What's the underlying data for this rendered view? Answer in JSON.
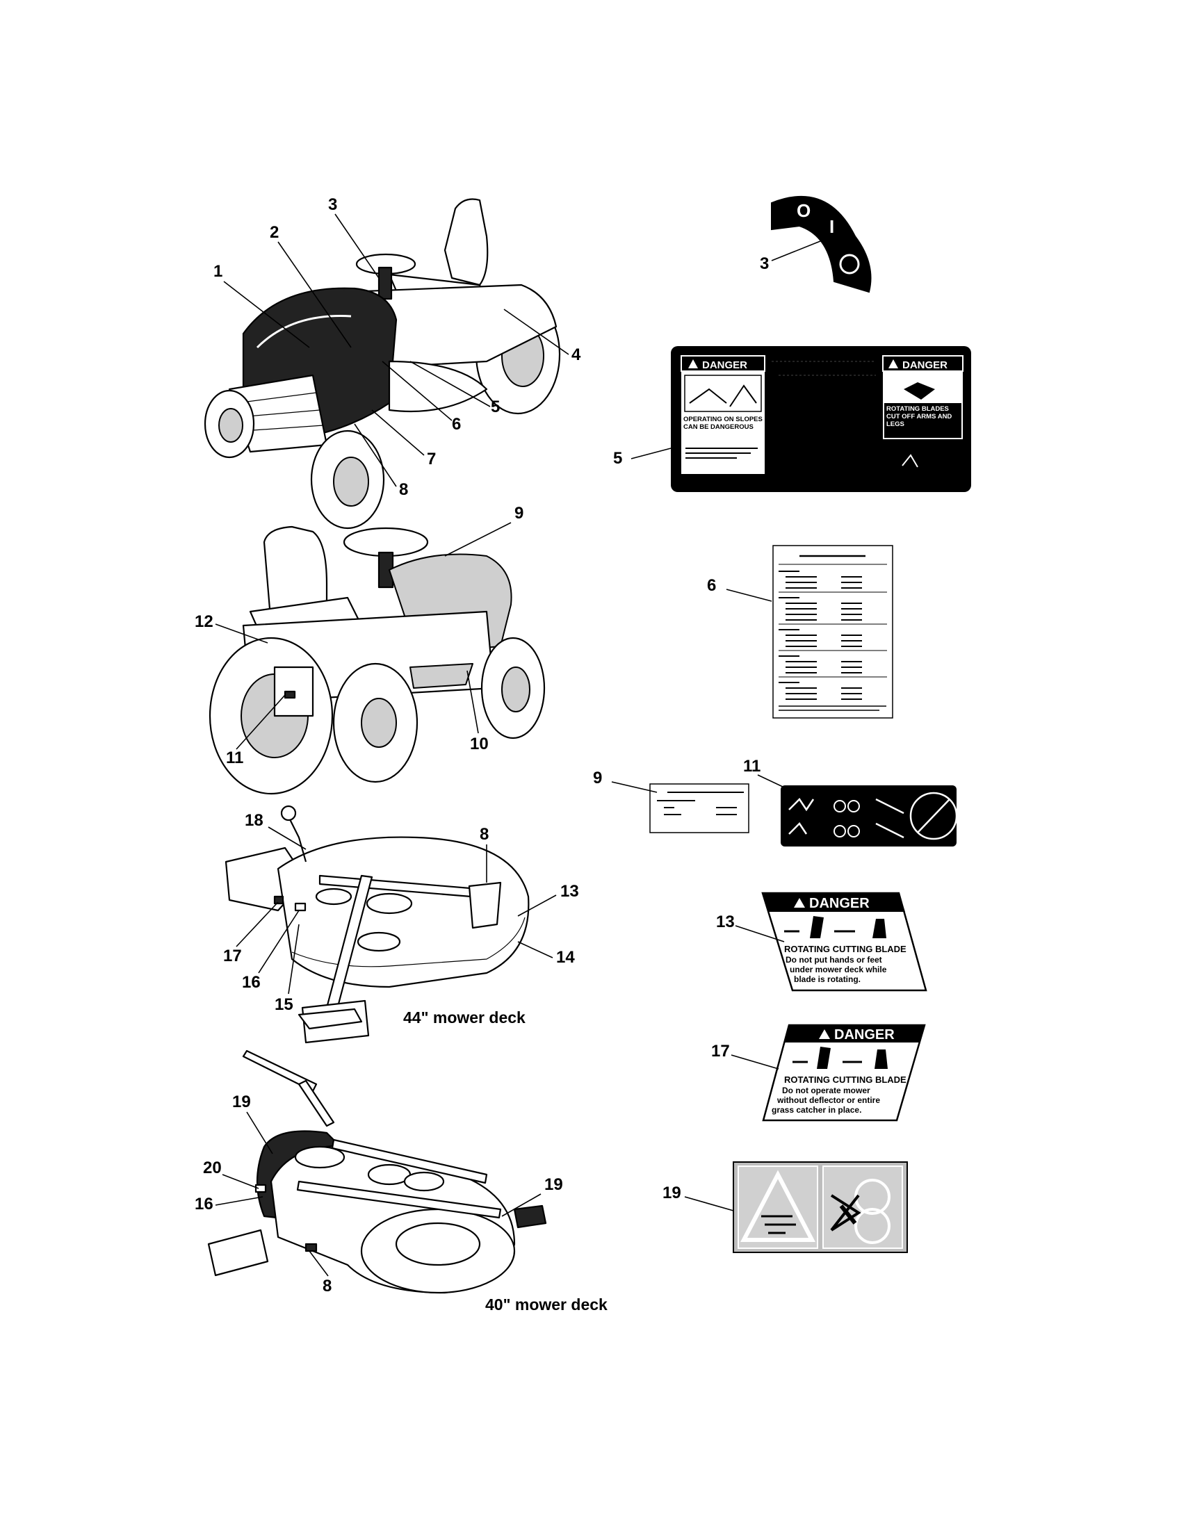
{
  "captions": {
    "deck_44": "44\" mower deck",
    "deck_40": "40\" mower deck"
  },
  "callouts": {
    "c1": "1",
    "c2": "2",
    "c3": "3",
    "c4": "4",
    "c5": "5",
    "c6": "6",
    "c7": "7",
    "c8": "8",
    "c9": "9",
    "c10": "10",
    "c11": "11",
    "c12": "12",
    "c18": "18",
    "c8b": "8",
    "c13": "13",
    "c14": "14",
    "c15": "15",
    "c16": "16",
    "c17": "17",
    "c19a": "19",
    "c20": "20",
    "c16b": "16",
    "c19b": "19",
    "c8c": "8",
    "r3": "3",
    "r5": "5",
    "r6": "6",
    "r9": "9",
    "r11": "11",
    "r13": "13",
    "r17": "17",
    "r19": "19"
  },
  "decal_3": {
    "off": "O",
    "on": "I"
  },
  "decal_5": {
    "left_header": "DANGER",
    "left_title": "OPERATING ON SLOPES CAN BE DANGEROUS",
    "right_header": "DANGER",
    "right_title": "ROTATING BLADES CUT OFF ARMS AND LEGS"
  },
  "decal_13": {
    "header": "DANGER",
    "title": "ROTATING CUTTING BLADE",
    "lines": [
      "Do not put hands or feet",
      "under mower deck while",
      "blade is rotating."
    ]
  },
  "decal_17": {
    "header": "DANGER",
    "title": "ROTATING CUTTING BLADE",
    "lines": [
      "Do not operate mower",
      "without deflector or entire",
      "grass catcher in place."
    ]
  }
}
